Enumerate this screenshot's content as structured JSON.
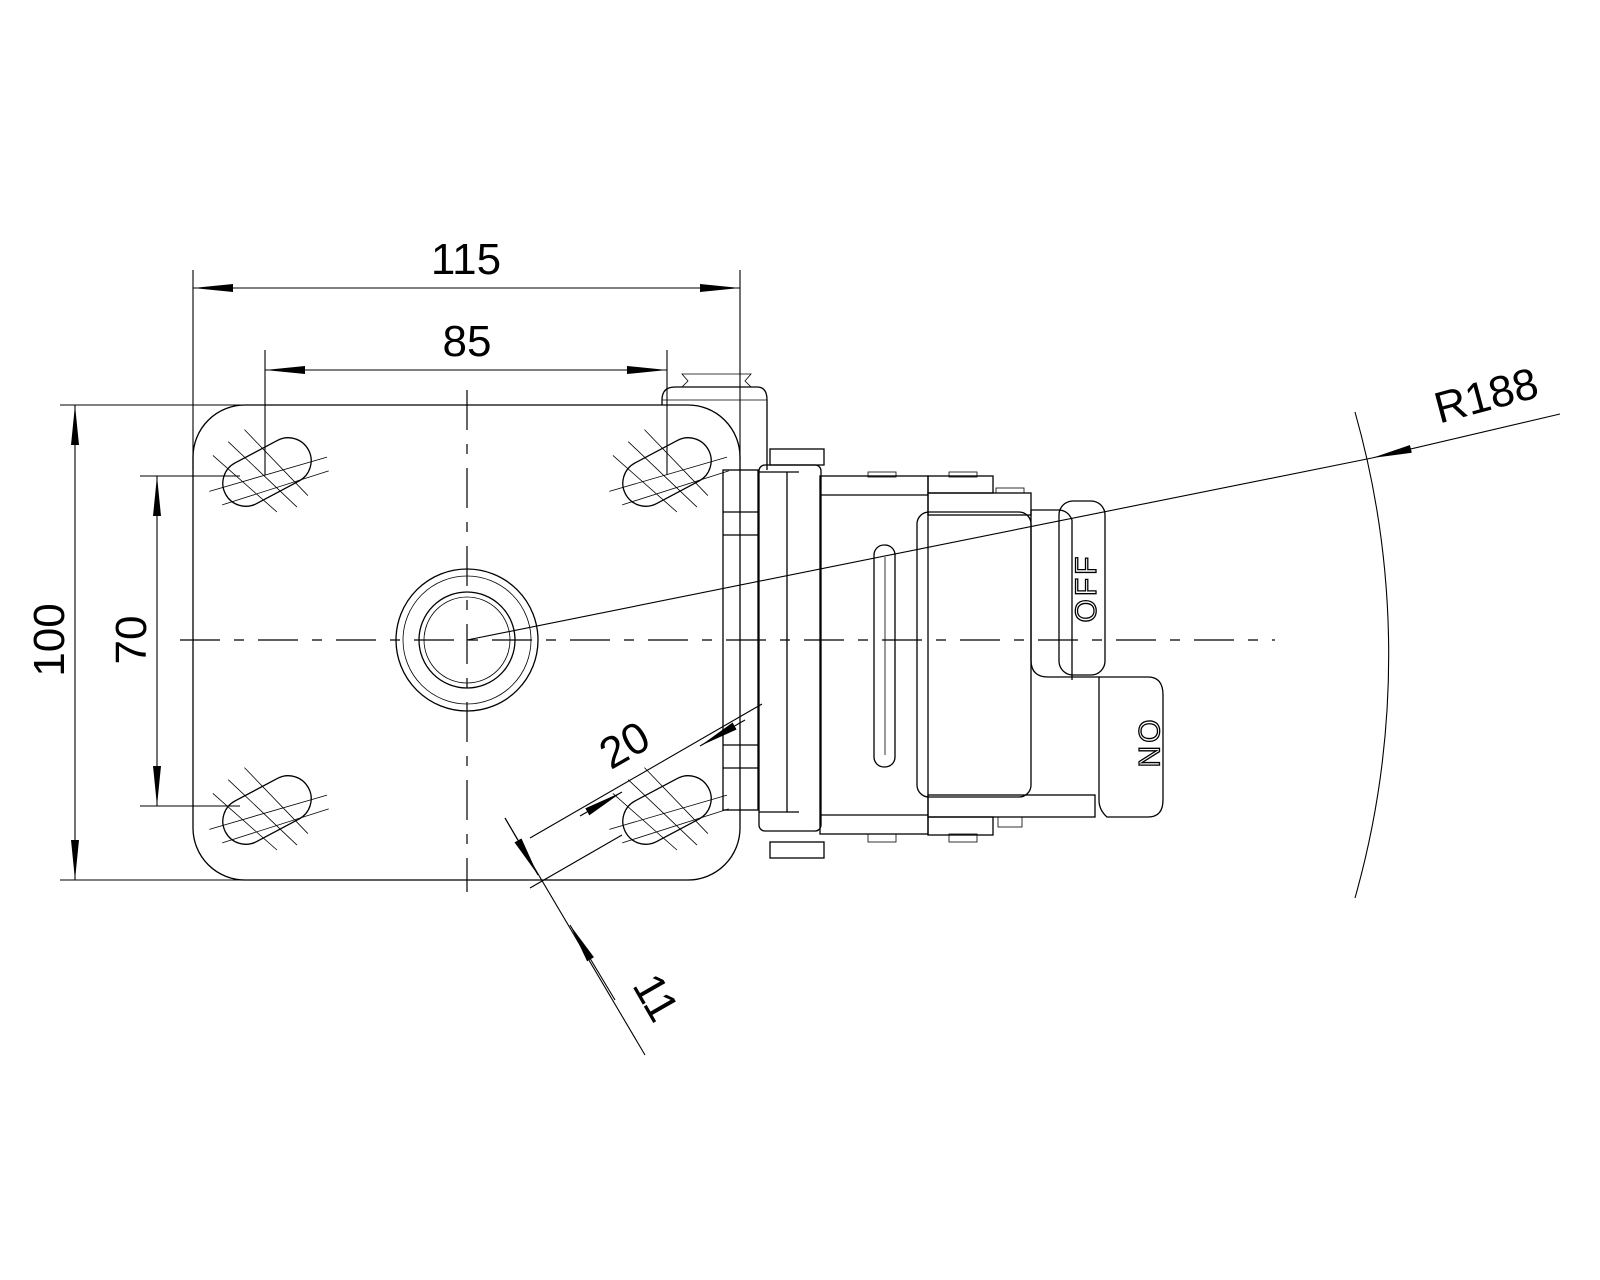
{
  "drawing": {
    "dimensions": {
      "overall_width": "115",
      "hole_spacing_x": "85",
      "overall_height": "100",
      "hole_spacing_y": "70",
      "slot_length": "20",
      "slot_width": "11",
      "swivel_radius": "R188"
    },
    "labels": {
      "off": "OFF",
      "on": "ON"
    },
    "colors": {
      "line": "#000000",
      "background": "#ffffff"
    }
  }
}
